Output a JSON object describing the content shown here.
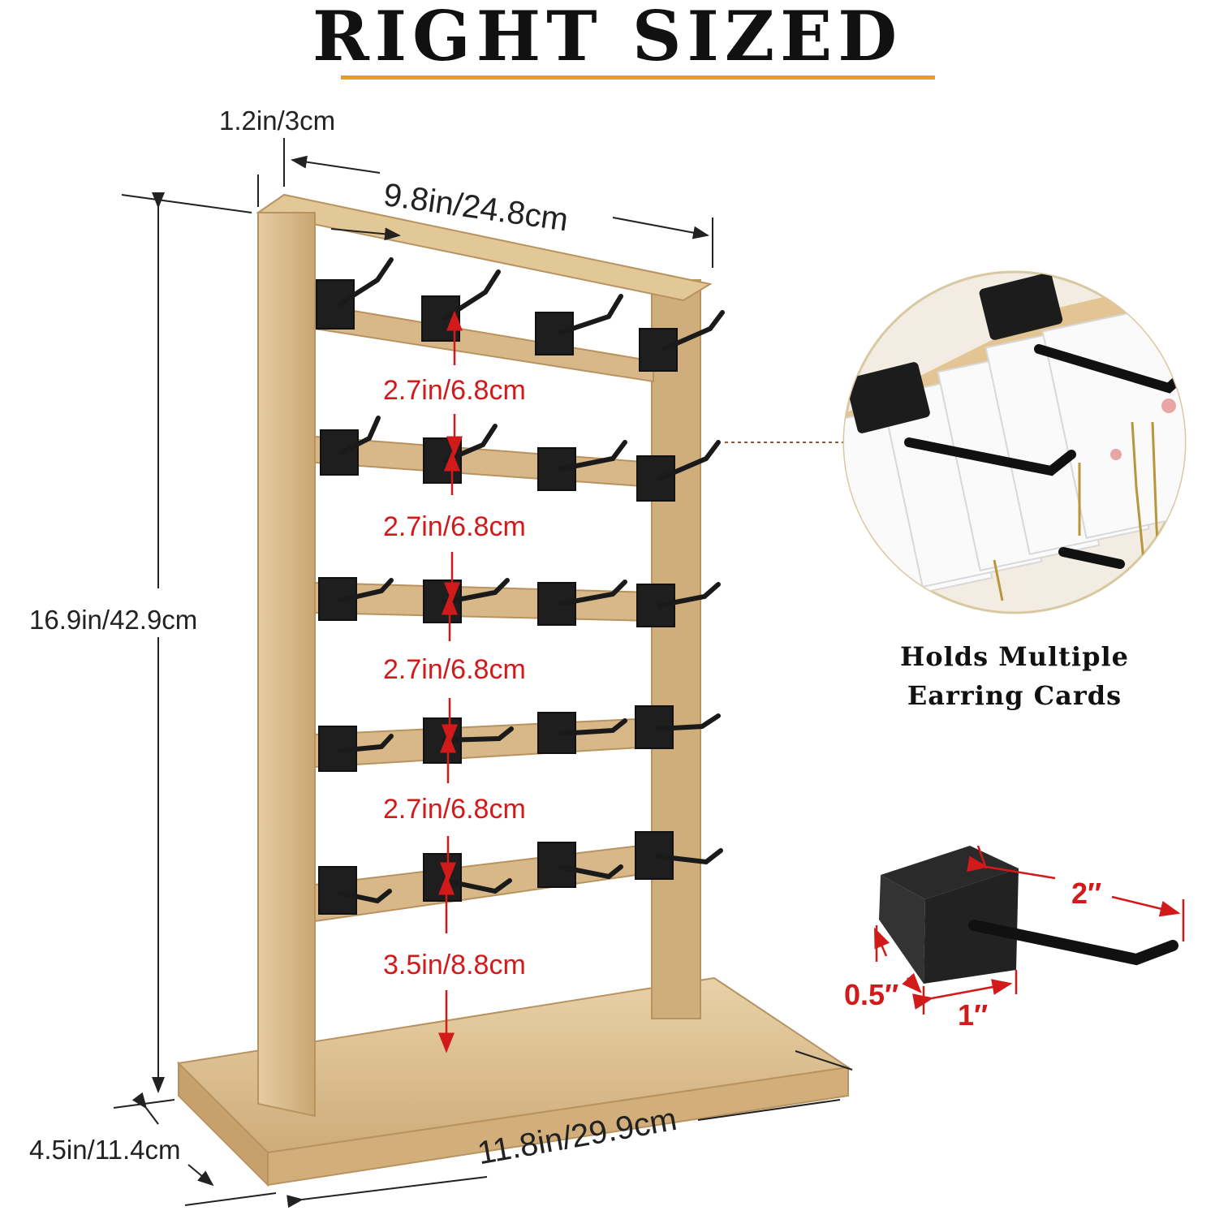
{
  "header": {
    "title": "RIGHT SIZED"
  },
  "colors": {
    "accent_rule": "#e0a21f",
    "dimension_red": "#d31a1a",
    "wood": "#d9b98a",
    "hook": "#1a1a1a"
  },
  "dimensions": {
    "depth_top": "1.2in/3cm",
    "width_top": "9.8in/24.8cm",
    "height": "16.9in/42.9cm",
    "base_depth": "4.5in/11.4cm",
    "base_width": "11.8in/29.9cm"
  },
  "row_gaps": [
    "2.7in/6.8cm",
    "2.7in/6.8cm",
    "2.7in/6.8cm",
    "2.7in/6.8cm",
    "3.5in/8.8cm"
  ],
  "detail": {
    "caption_line1": "Holds Multiple",
    "caption_line2": "Earring Cards"
  },
  "hook_dims": {
    "length": "2″",
    "width": "1″",
    "thickness": "0.5″"
  }
}
